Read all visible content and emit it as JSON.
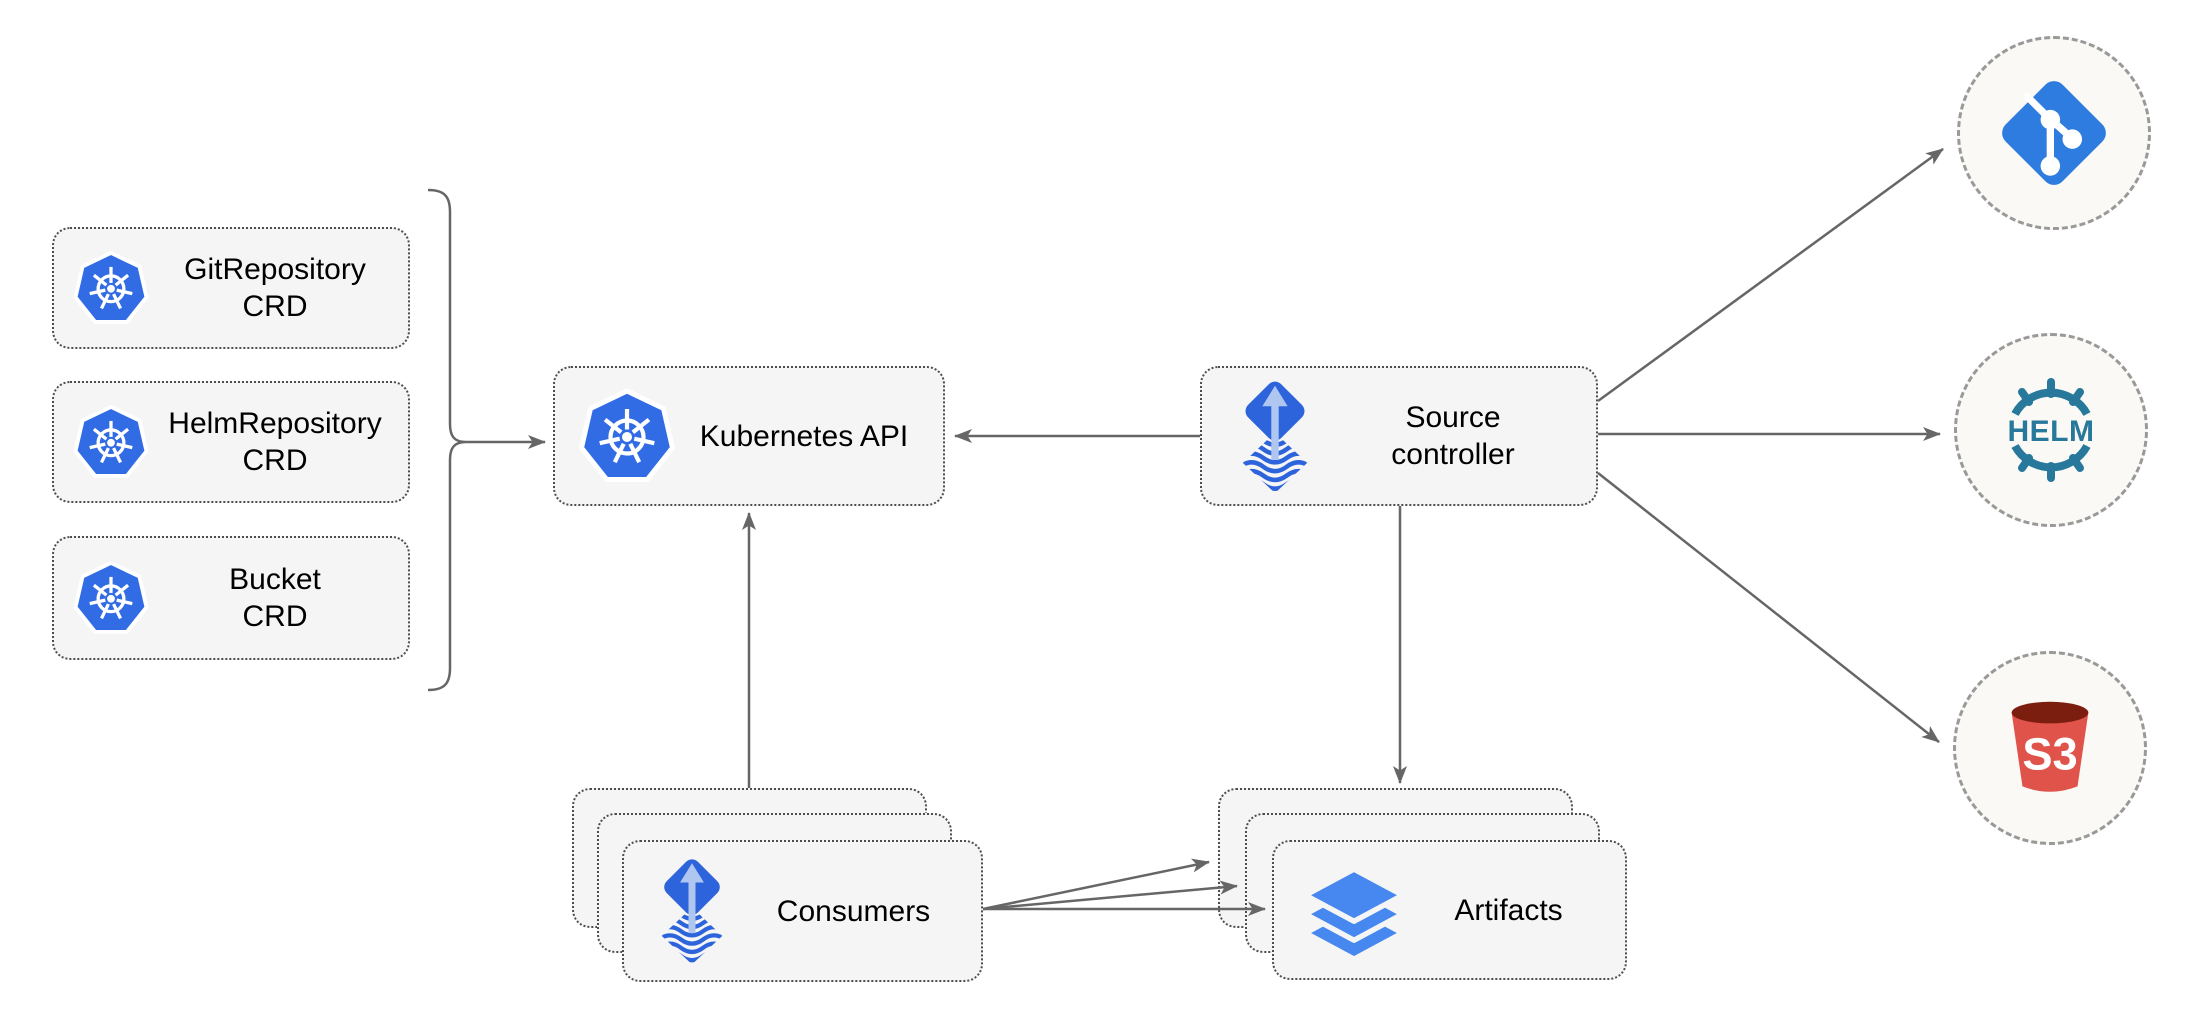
{
  "colors": {
    "box_fill": "#F5F5F5",
    "box_border": "#4D4D4D",
    "arrow": "#666666",
    "circle_border": "#999999",
    "circle_fill": "#FAF9F6",
    "kubernetes_blue": "#326CE5",
    "flux_blue": "#2D64DC",
    "flux_arrow_light": "#AFC7F0",
    "layers_blue": "#4688EF",
    "git_blue": "#2E7CDF",
    "helm_teal": "#27789B",
    "s3_red": "#E0534A",
    "s3_dark": "#7B1D0F",
    "text": "#000000"
  },
  "nodes": {
    "crd_boxes": [
      {
        "icon": "kubernetes-icon",
        "label": "GitRepository",
        "type": "CRD"
      },
      {
        "icon": "kubernetes-icon",
        "label": "HelmRepository",
        "type": "CRD"
      },
      {
        "icon": "kubernetes-icon",
        "label": "Bucket",
        "type": "CRD"
      }
    ],
    "kubernetes_api": {
      "icon": "kubernetes-icon",
      "label": "Kubernetes API"
    },
    "source_controller": {
      "icon": "flux-icon",
      "label_line1": "Source",
      "label_line2": "controller"
    },
    "consumers": {
      "icon": "flux-icon",
      "label": "Consumers",
      "stack_count": 3
    },
    "artifacts": {
      "icon": "layers-icon",
      "label": "Artifacts",
      "stack_count": 3
    },
    "git_endpoint": {
      "icon": "git-icon"
    },
    "helm_endpoint": {
      "icon": "helm-icon",
      "text": "HELM"
    },
    "s3_endpoint": {
      "icon": "s3-icon",
      "text": "S3"
    }
  }
}
